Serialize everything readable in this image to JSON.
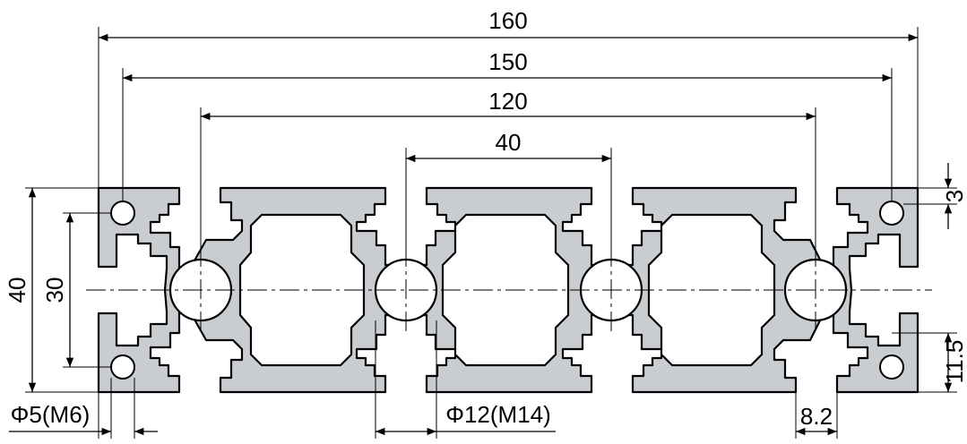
{
  "dimensions": {
    "overall_width": "160",
    "corner_hole_pitch": "150",
    "outer_center_pitch": "120",
    "center_pitch": "40",
    "height": "40",
    "height_hole_pitch": "30",
    "slot_offset": "3",
    "corner_offset": "11.5",
    "slot_width": "8.2",
    "small_hole": "Φ5(M6)",
    "center_hole": "Φ12(M14)"
  },
  "colors": {
    "profile_fill": "#c9cdd1",
    "line": "#000000",
    "background": "#ffffff"
  }
}
